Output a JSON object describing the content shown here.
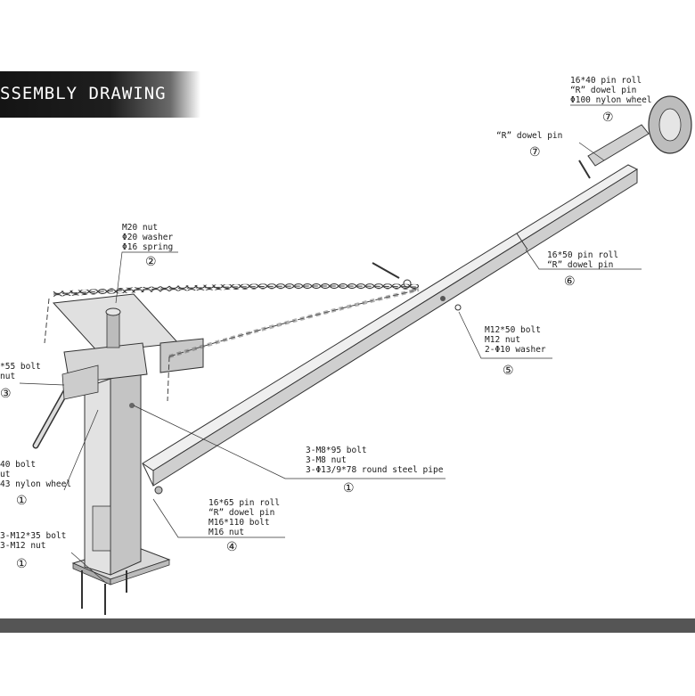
{
  "title": "SSEMBLY DRAWING",
  "callouts": {
    "c7_top": {
      "lines": [
        "16*40 pin roll",
        "“R” dowel pin",
        "Φ100 nylon wheel"
      ],
      "num": "⑦"
    },
    "c7_mid": {
      "lines": [
        "“R” dowel pin"
      ],
      "num": "⑦"
    },
    "c2": {
      "lines": [
        "M20 nut",
        "Φ20 washer",
        "Φ16 spring"
      ],
      "num": "②"
    },
    "c6": {
      "lines": [
        "16*50 pin roll",
        "“R” dowel pin"
      ],
      "num": "⑥"
    },
    "c5": {
      "lines": [
        "M12*50 bolt",
        "M12 nut",
        "2-Φ10 washer"
      ],
      "num": "⑤"
    },
    "c3": {
      "lines": [
        "*55 bolt",
        " nut"
      ],
      "num": "③"
    },
    "c1_left": {
      "lines": [
        "40 bolt",
        "ut",
        "43 nylon wheel"
      ],
      "num": "①"
    },
    "c1_mid": {
      "lines": [
        "3-M8*95 bolt",
        "3-M8 nut",
        "3-Φ13/9*78 round steel pipe"
      ],
      "num": "①"
    },
    "c4": {
      "lines": [
        "16*65 pin roll",
        " “R” dowel pin",
        "M16*110 bolt",
        "M16 nut"
      ],
      "num": "④"
    },
    "c1_base": {
      "lines": [
        "3-M12*35 bolt",
        "3-M12 nut"
      ],
      "num": "①"
    }
  }
}
